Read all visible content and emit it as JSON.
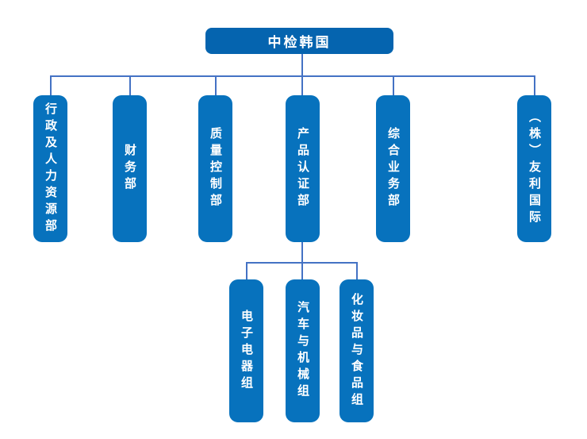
{
  "org_chart": {
    "root": {
      "label": "中检韩国"
    },
    "departments": [
      {
        "label": "行政及人力资源部"
      },
      {
        "label": "财务部"
      },
      {
        "label": "质量控制部"
      },
      {
        "label": "产品认证部"
      },
      {
        "label": "综合业务部"
      },
      {
        "label": "（株）友利国际"
      }
    ],
    "product_cert_groups": [
      {
        "label": "电子电器组"
      },
      {
        "label": "汽车与机械组"
      },
      {
        "label": "化妆品与食品组"
      }
    ],
    "colors": {
      "root_fill": "#0564af",
      "node_fill": "#0772bd",
      "node_text": "#ffffff",
      "connector": "#4472c4"
    }
  }
}
